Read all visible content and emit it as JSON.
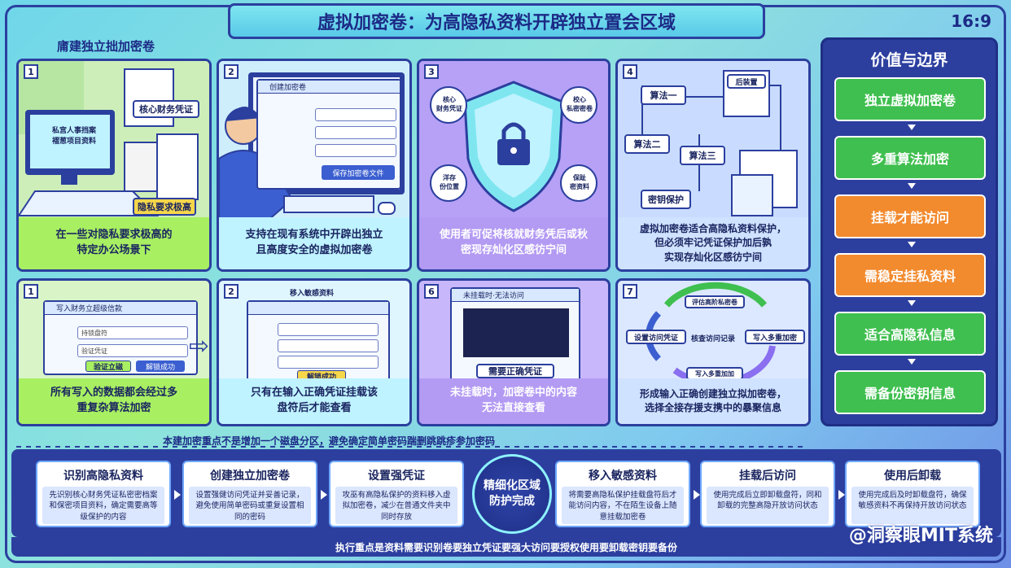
{
  "header": {
    "title": "虚拟加密卷：为高隐私资料开辟独立置会区域",
    "ratio": "16:9"
  },
  "section_label": "庯建独立拙加密卷",
  "panels_top": [
    {
      "num": "1",
      "caption": "在一些对隐私要求极高的\n特定办公场景下",
      "tag1": "核心财务凭证",
      "tag2": "隐私要求极高",
      "screen": "私宫人事挡案\n褶葱项目资料"
    },
    {
      "num": "2",
      "caption": "支持在现有系统中开辟出独立\n且高度安全的虚拟加密卷",
      "win_title": "创建加密卷",
      "btn": "保存加密卷文件"
    },
    {
      "num": "3",
      "caption": "使用者可促将核就财务凭后或秋\n密现存灿化区感彷宁间",
      "b1": "核心\n财务凭证",
      "b2": "校心\n私密密卷",
      "b3": "洋存\n份位置",
      "b4": "保趾\n密资料"
    },
    {
      "num": "4",
      "caption": "虚拟加密卷适合高隐私资料保护，\n但必须牢记凭证保护加后孰\n实现存灿化区感彷宁间",
      "a1": "算法一",
      "a2": "算法二",
      "a3": "算法三",
      "a4": "密钥保护",
      "a5": "后装置"
    }
  ],
  "panels_mid": [
    {
      "num": "1",
      "caption": "所有写入的数据都会经过多\n重复杂算法加密",
      "win_title": "写入财务立超级信款",
      "f1": "持锁盘符",
      "f2": "验证凭证",
      "b1": "验证立磁",
      "b2": "解锁成功"
    },
    {
      "num": "2",
      "caption": "只有在输入正确凭证挂载该\n盘符后才能查看",
      "top": "移入敏感资料",
      "b1": "解锁成功"
    },
    {
      "num": "6",
      "caption": "未挂载时，加密卷中的内容\n无法直接查看",
      "win_title": "未挂载时·无法访问",
      "btn": "需要正确凭证"
    },
    {
      "num": "7",
      "caption": "形成输入正确创建独立拟加密卷，\n选择全接存援支携中的暴聚信息",
      "c1": "设置访问凭证",
      "c2": "写入多重加密",
      "c3": "写入多重加加",
      "c4": "评估高阶私密卷",
      "c5": "核查访问记录"
    }
  ],
  "sidebar": {
    "title": "价值与边界",
    "items": [
      {
        "label": "独立虚拟加密卷",
        "color": "#3fbf4f"
      },
      {
        "label": "多重算法加密",
        "color": "#3fbf4f"
      },
      {
        "label": "挂载才能访问",
        "color": "#f28a2e"
      },
      {
        "label": "需稳定挂私资料",
        "color": "#f28a2e"
      },
      {
        "label": "适合高隐私信息",
        "color": "#3fbf4f"
      },
      {
        "label": "需备份密钥信息",
        "color": "#3fbf4f"
      }
    ]
  },
  "banner": "本建加密重点不是增加一个磁盘分区，避免确定简单密码踹删跳跳疹参加密码",
  "steps": [
    {
      "title": "识别高隐私资料",
      "desc": "先识别核心财务凭证私密密档案和保密项目资料，确定需要高等级保护的内容"
    },
    {
      "title": "创建独立加密卷",
      "desc": "设置强健访问凭证并妥善记录，避免使用简单密码或重复设置相同的密码"
    },
    {
      "title": "设置强凭证",
      "desc": "攻巫有高隐私保护的资料移入虚拟加密卷，减少在普通文件夹中同时存放"
    },
    {
      "title": "移入敏感资料",
      "desc": "将需要高隐私保护挂载盘符后才能访问内容，不在陌生设备上随意挂载加密卷"
    },
    {
      "title": "挂载后访问",
      "desc": "使用完成后立即卸载盘符，同和卸载的完整高隐开放访问状态"
    },
    {
      "title": "使用后卸载",
      "desc": "使用完成后及时卸载盘符，确保敏感资料不再保持开放访问状态"
    }
  ],
  "center": {
    "line1": "精细化区域",
    "line2": "防护完成"
  },
  "footer": "执行重点是资料需要识别卷要独立凭证要强大访问要授权使用要卸载密钥要备份",
  "watermark": "@洞察眼MIT系统"
}
